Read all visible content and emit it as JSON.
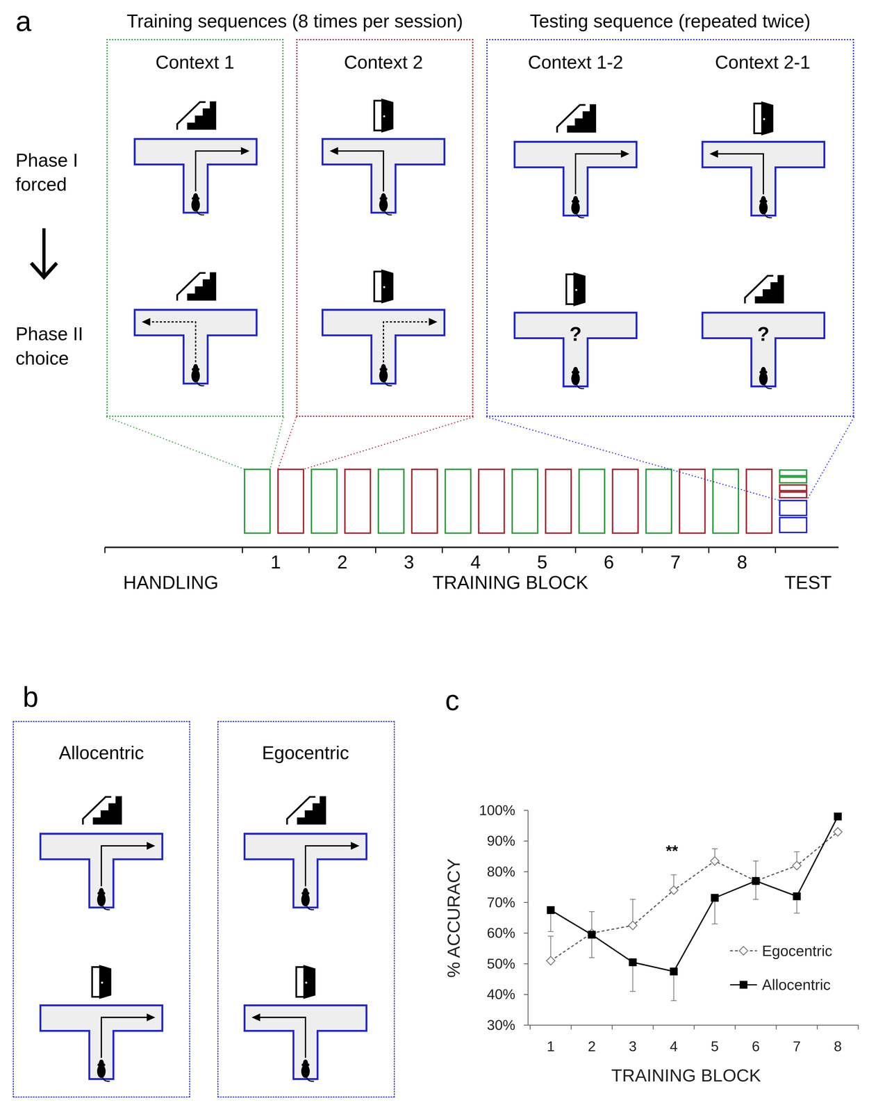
{
  "diagram": {
    "nodes": [
      {
        "text": [
          "Context 1"
        ]
      },
      {
        "text": [
          "Context 2"
        ]
      },
      {
        "text": [
          "Testing sequence (repeated twice)",
          "Context 1-2",
          "Context 2-1"
        ]
      },
      {
        "text": [
          "Allocentric"
        ]
      },
      {
        "text": [
          "Egocentric"
        ]
      }
    ],
    "labels": [
      "a",
      "Training sequences (8 times per session)",
      "Phase I forced",
      "Phase II choice",
      "?",
      "?",
      "1",
      "2",
      "3",
      "4",
      "5",
      "6",
      "7",
      "8",
      "HANDLING",
      "TRAINING BLOCK",
      "TEST",
      "b",
      "c",
      "100%",
      "90%",
      "80%",
      "70%",
      "60%",
      "50%",
      "40%",
      "30%",
      "% ACCURACY",
      "**",
      "1",
      "2",
      "3",
      "4",
      "5",
      "6",
      "7",
      "8",
      "TRAINING BLOCK"
    ],
    "legend": [
      {
        "text": "Egocentric"
      },
      {
        "text": "Allocentric"
      }
    ]
  }
}
